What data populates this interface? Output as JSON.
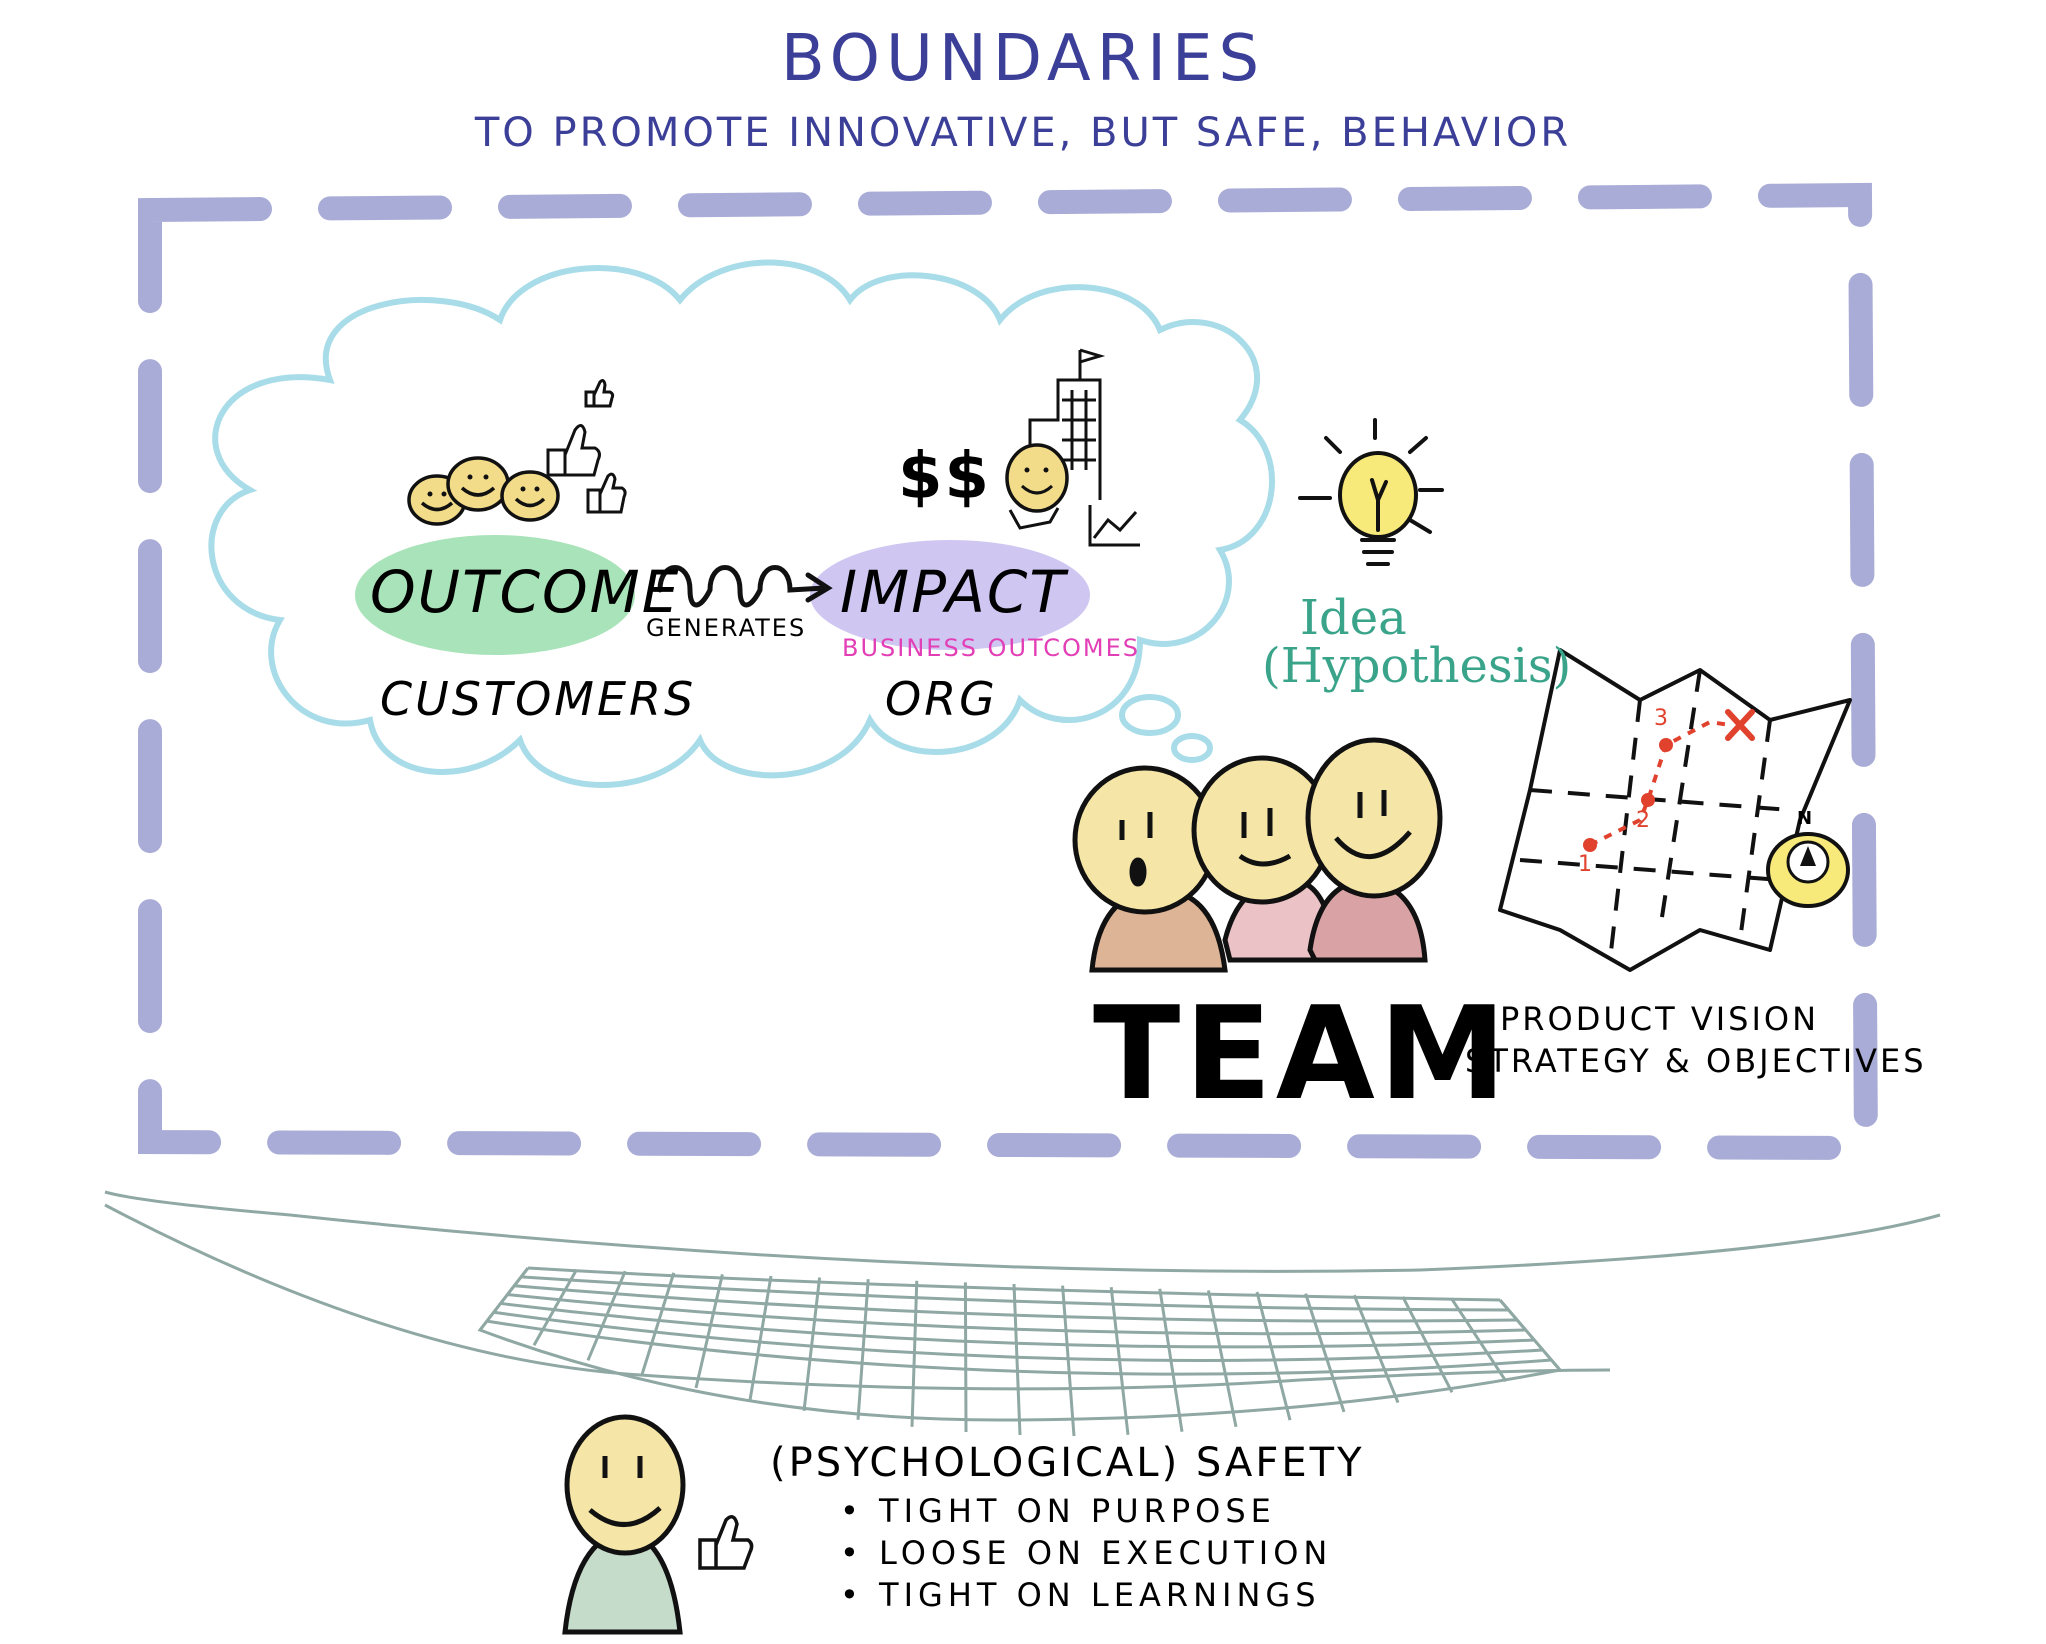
{
  "title": "BOUNDARIES",
  "subtitle": "TO PROMOTE INNOVATIVE, BUT SAFE, BEHAVIOR",
  "thought_bubble": {
    "outcome_label": "OUTCOME",
    "customers_label": "CUSTOMERS",
    "generates_label": "GENERATES",
    "impact_label": "IMPACT",
    "business_outcomes_label": "BUSINESS OUTCOMES",
    "org_label": "ORG",
    "money_symbol": "$$"
  },
  "idea": {
    "line1": "Idea",
    "line2": "(Hypothesis)"
  },
  "team_label": "TEAM",
  "product_vision": {
    "line1": "PRODUCT VISION",
    "line2": "STRATEGY & OBJECTIVES",
    "map_points": [
      "1",
      "2",
      "3"
    ],
    "compass_label": "N"
  },
  "safety": {
    "title": "(PSYCHOLOGICAL) SAFETY",
    "bullets": [
      "TIGHT ON PURPOSE",
      "LOOSE ON EXECUTION",
      "TIGHT ON LEARNINGS"
    ]
  },
  "colors": {
    "title_ink": "#3b3f98",
    "boundary_dash": "#a9acd6",
    "cloud_outline": "#a8dce8",
    "outcome_fill": "#a9e3b9",
    "impact_fill": "#cfc7f2",
    "business_outcomes_ink": "#e23fb6",
    "idea_ink": "#3aa48a",
    "face_fill": "#f5e6a8",
    "smiley_fill": "#f2dc8a",
    "bulb_fill": "#f7e97a",
    "body_tan": "#ddb495",
    "body_pink": "#ebc3c6",
    "body_rose": "#d9a3a6",
    "map_route": "#e0422e",
    "net_ink": "#8fa8a3",
    "safety_body": "#c6dccb",
    "ink": "#111111"
  }
}
